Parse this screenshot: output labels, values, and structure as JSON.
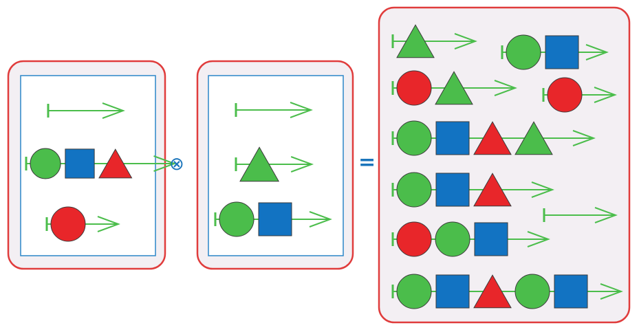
{
  "operators": {
    "tensor": "⊗",
    "equals": "="
  },
  "colors": {
    "panel_border": "#e03c3c",
    "panel_fill": "#f3eff3",
    "inner_border": "#2b86c8",
    "green": "#4bbd4b",
    "red": "#e8262a",
    "blue": "#1273c2",
    "line": "#4bbd4b",
    "outline": "#3a3a3a"
  },
  "left_set": [
    [],
    [
      "circle-green",
      "square-blue",
      "triangle-red"
    ],
    [
      "circle-red"
    ]
  ],
  "middle_set": [
    [],
    [
      "triangle-green"
    ],
    [
      "circle-green",
      "square-blue"
    ]
  ],
  "result_set": [
    [
      "triangle-green"
    ],
    [
      "circle-green",
      "square-blue"
    ],
    [
      "circle-red",
      "triangle-green"
    ],
    [
      "circle-red"
    ],
    [
      "circle-green",
      "square-blue",
      "triangle-red",
      "triangle-green"
    ],
    [
      "circle-green",
      "square-blue",
      "triangle-red"
    ],
    [],
    [
      "circle-red",
      "circle-green",
      "square-blue"
    ],
    [
      "circle-green",
      "square-blue",
      "triangle-red",
      "circle-green",
      "square-blue"
    ]
  ]
}
